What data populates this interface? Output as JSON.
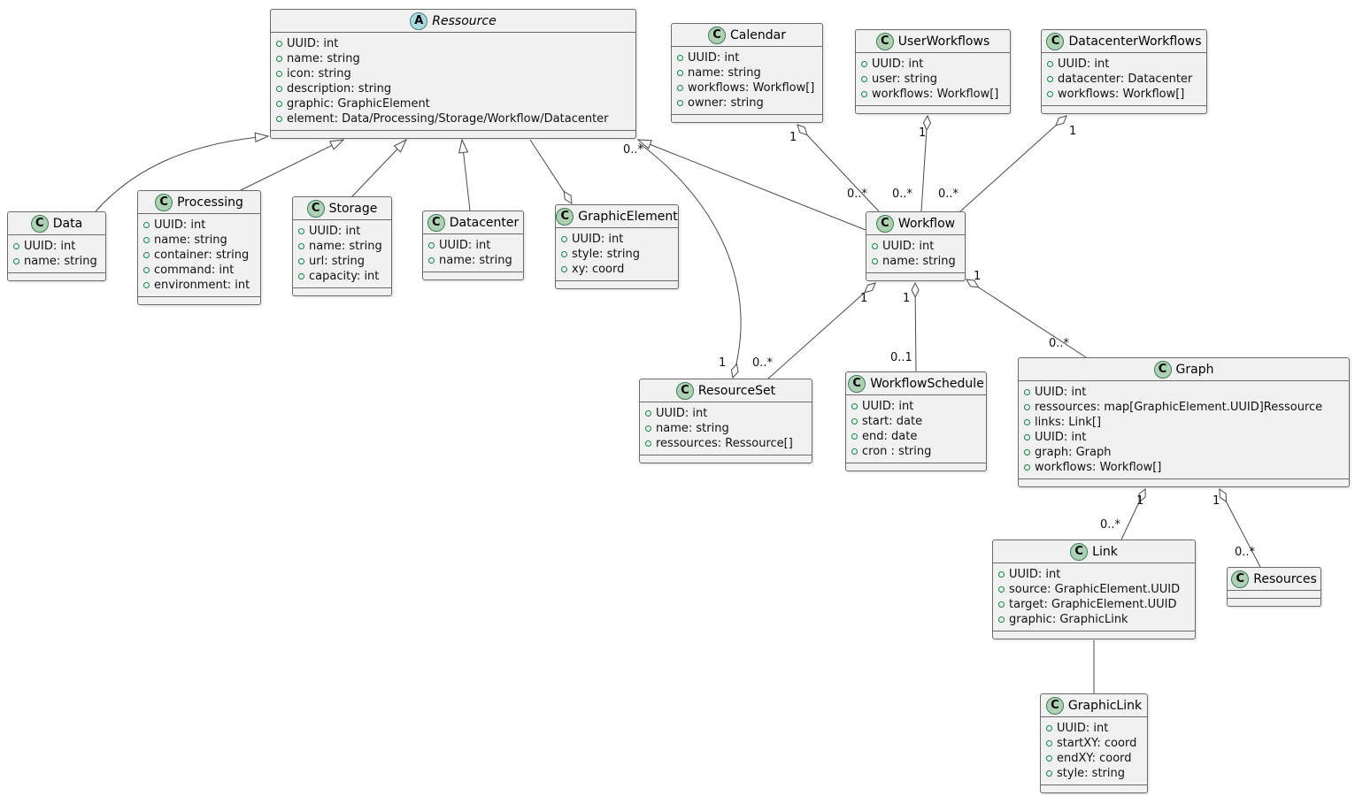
{
  "diagram": {
    "icon_letters": {
      "class": "C",
      "abstract": "A"
    },
    "colors": {
      "box_background": "#F1F1F1",
      "box_border": "#6A6A6A",
      "class_icon_background": "#ADD1B2",
      "abstract_icon_background": "#A9DCDF",
      "field_icon_green": "#12894A",
      "edge_color": "#4A4A4A"
    },
    "classes": {
      "ressource": {
        "name": "Ressource",
        "stereotype": "abstract",
        "attrs": [
          "UUID: int",
          "name: string",
          "icon: string",
          "description: string",
          "graphic: GraphicElement",
          "element: Data/Processing/Storage/Workflow/Datacenter"
        ]
      },
      "data": {
        "name": "Data",
        "attrs": [
          "UUID: int",
          "name: string"
        ]
      },
      "processing": {
        "name": "Processing",
        "attrs": [
          "UUID: int",
          "name: string",
          "container: string",
          "command: int",
          "environment: int"
        ]
      },
      "storage": {
        "name": "Storage",
        "attrs": [
          "UUID: int",
          "name: string",
          "url: string",
          "capacity: int"
        ]
      },
      "datacenter": {
        "name": "Datacenter",
        "attrs": [
          "UUID: int",
          "name: string"
        ]
      },
      "graphic_element": {
        "name": "GraphicElement",
        "attrs": [
          "UUID: int",
          "style: string",
          "xy: coord"
        ]
      },
      "calendar": {
        "name": "Calendar",
        "attrs": [
          "UUID: int",
          "name: string",
          "workflows: Workflow[]",
          "owner: string"
        ]
      },
      "user_workflows": {
        "name": "UserWorkflows",
        "attrs": [
          "UUID: int",
          "user: string",
          "workflows: Workflow[]"
        ]
      },
      "datacenter_workflows": {
        "name": "DatacenterWorkflows",
        "attrs": [
          "UUID: int",
          "datacenter: Datacenter",
          "workflows: Workflow[]"
        ]
      },
      "workflow": {
        "name": "Workflow",
        "attrs": [
          "UUID: int",
          "name: string"
        ]
      },
      "resource_set": {
        "name": "ResourceSet",
        "attrs": [
          "UUID: int",
          "name: string",
          "ressources: Ressource[]"
        ]
      },
      "workflow_schedule": {
        "name": "WorkflowSchedule",
        "attrs": [
          "UUID: int",
          "start: date",
          "end: date",
          "cron : string"
        ]
      },
      "graph": {
        "name": "Graph",
        "attrs": [
          "UUID: int",
          "ressources: map[GraphicElement.UUID]Ressource",
          "links: Link[]",
          "UUID: int",
          "graph: Graph",
          "workflows: Workflow[]"
        ]
      },
      "link": {
        "name": "Link",
        "attrs": [
          "UUID: int",
          "source: GraphicElement.UUID",
          "target: GraphicElement.UUID",
          "graphic: GraphicLink"
        ]
      },
      "resources": {
        "name": "Resources",
        "attrs": []
      },
      "graphic_link": {
        "name": "GraphicLink",
        "attrs": [
          "UUID: int",
          "startXY: coord",
          "endXY: coord",
          "style: string"
        ]
      }
    },
    "relations": {
      "data_extends_ressource": {
        "type": "generalization"
      },
      "processing_extends_ressource": {
        "type": "generalization"
      },
      "storage_extends_ressource": {
        "type": "generalization"
      },
      "datacenter_extends_ressource": {
        "type": "generalization"
      },
      "workflow_extends_ressource": {
        "type": "generalization"
      },
      "graphicelement_aggregates_ressource": {
        "type": "aggregation"
      },
      "calendar_workflow": {
        "type": "aggregation",
        "src": "1",
        "dst": "0..*"
      },
      "userworkflows_workflow": {
        "type": "aggregation",
        "src": "1",
        "dst": "0..*"
      },
      "datacenterworkflows_workflow": {
        "type": "aggregation",
        "src": "1",
        "dst": "0..*"
      },
      "resourceset_ressource": {
        "type": "aggregation",
        "src": "1",
        "dst": "0..*"
      },
      "workflow_resourceset": {
        "type": "aggregation",
        "src": "1",
        "dst": "0..*"
      },
      "workflow_workflowschedule": {
        "type": "aggregation",
        "src": "1",
        "dst": "0..1"
      },
      "workflow_graph": {
        "type": "aggregation",
        "src": "1",
        "dst": "0..*"
      },
      "graph_link": {
        "type": "aggregation",
        "src": "1",
        "dst": "0..*"
      },
      "graph_resources": {
        "type": "aggregation",
        "src": "1",
        "dst": "0..*"
      },
      "link_graphiclink": {
        "type": "association"
      }
    }
  }
}
